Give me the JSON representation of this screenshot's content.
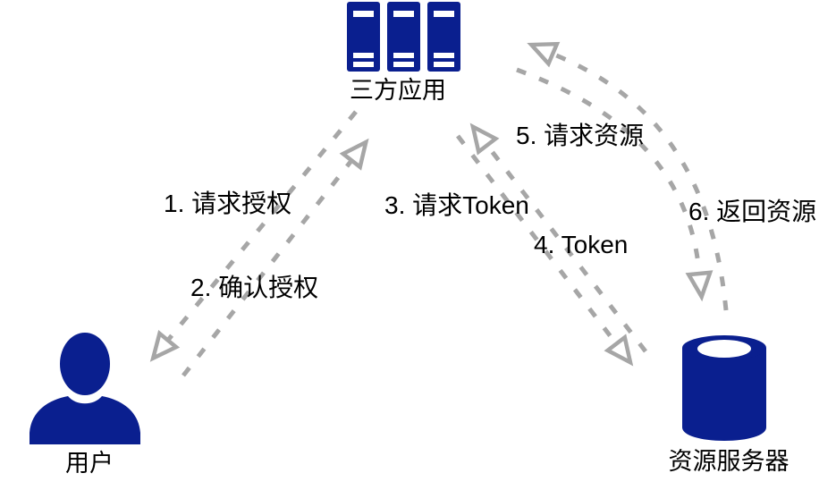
{
  "diagram": {
    "colors": {
      "accent-blue": "#0a1f8f",
      "arrow-gray": "#a6a6a6",
      "text-black": "#000000",
      "background": "#ffffff"
    },
    "nodes": [
      {
        "id": "third-party-app",
        "label": "三方应用",
        "icon": "app-books-icon",
        "position": "top-center"
      },
      {
        "id": "user",
        "label": "用户",
        "icon": "user-icon",
        "position": "bottom-left"
      },
      {
        "id": "resource-server",
        "label": "资源服务器",
        "icon": "database-icon",
        "position": "bottom-right"
      }
    ],
    "flows": [
      {
        "step": 1,
        "label": "1. 请求授权",
        "from": "user",
        "to": "third-party-app"
      },
      {
        "step": 2,
        "label": "2. 确认授权",
        "from": "third-party-app",
        "to": "user"
      },
      {
        "step": 3,
        "label": "3. 请求Token",
        "from": "third-party-app",
        "to": "resource-server"
      },
      {
        "step": 4,
        "label": "4. Token",
        "from": "resource-server",
        "to": "third-party-app"
      },
      {
        "step": 5,
        "label": "5. 请求资源",
        "from": "third-party-app",
        "to": "resource-server"
      },
      {
        "step": 6,
        "label": "6. 返回资源",
        "from": "resource-server",
        "to": "third-party-app"
      }
    ]
  }
}
